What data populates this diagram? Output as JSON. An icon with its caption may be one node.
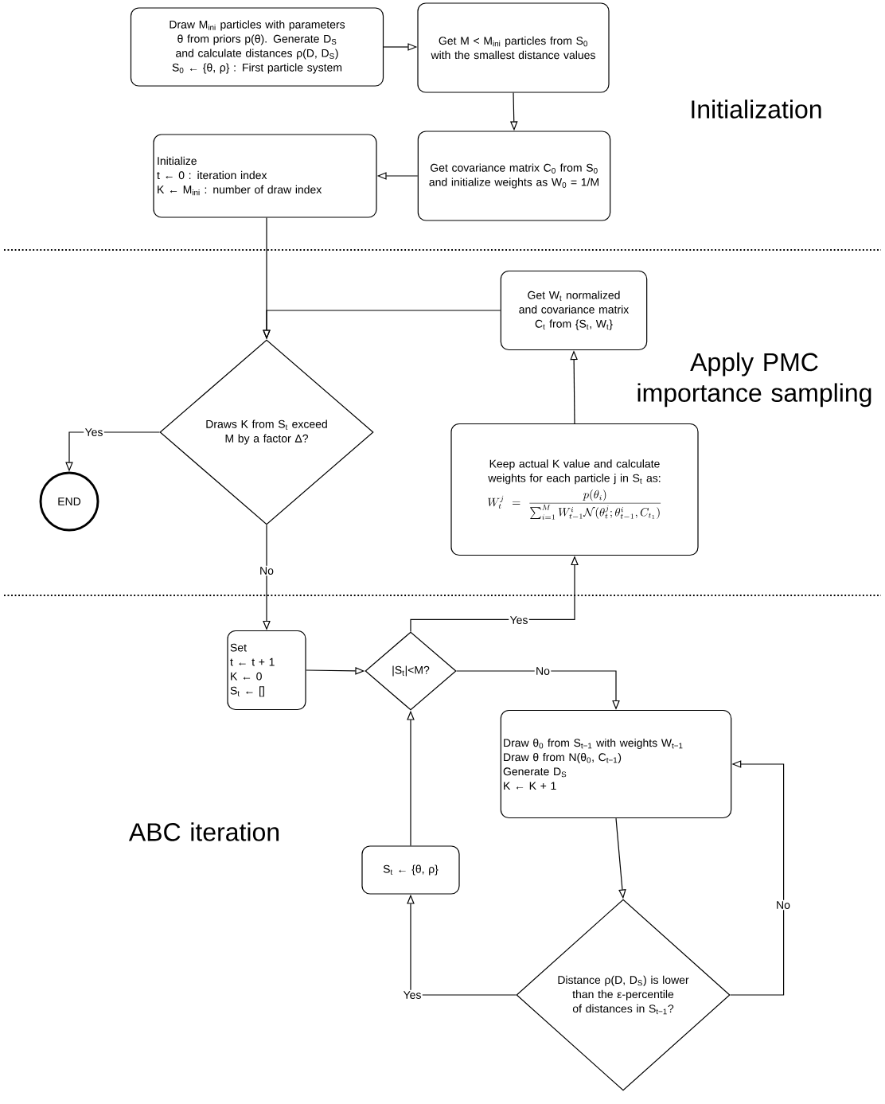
{
  "diagram": {
    "nodes": [
      {
        "text": [
          "Draw M$_{ini}$ particles with parameters θ from priors p(θ). Generate D$_{S}$ and calculate distances ρ(D, D$_{S}$)",
          "S$_{0}$ ← {θ, ρ} : First particle system"
        ]
      },
      {
        "text": [
          "Get M < M$_{ini}$ particles from S$_{0}$ with the smallest distance values"
        ]
      },
      {
        "text": [
          "Get covariance matrix C$_{0}$ from S$_{0}$ and initialize weights as W$_{0}$ = 1/M"
        ]
      },
      {
        "text": [
          "Initialize",
          "t ← 0 : iteration index",
          "K ← M$_{ini}$ : number of draw index"
        ]
      },
      {
        "text": [
          "Get W$_{t}$ normalized and covariance matrix C$_{t}$ from {S$_{t}$, W$_{t}$}"
        ]
      },
      {
        "text": [
          "Draws K from S$_{t}$ exceed M by a factor Δ?"
        ]
      },
      {
        "text": [
          "END"
        ]
      },
      {
        "text": [
          "Keep actual K value and calculate weights for each particle j in S$_{t}$ as:",
          "W_t^j = \\frac{p(\\theta_i)}{\\sum_{i=1}^{M} W_{t-1}^i \\mathcal{N}(\\theta_t^j;\\theta_{t-1}^i,C_{t_1})}"
        ]
      },
      {
        "text": [
          "Set",
          "t ← t + 1",
          "K ← 0",
          "S$_{t}$ ← []"
        ]
      },
      {
        "text": [
          "|S$_{t}$|<M?"
        ]
      },
      {
        "text": [
          "Draw θ$_{0}$ from S$_{t−1}$ with weights W$_{t−1}$",
          "Draw θ from N(θ$_{0}$, C$_{t−1}$)",
          "Generate D$_{S}$",
          "K ← K + 1"
        ]
      },
      {
        "text": [
          "S$_{t}$ ← {θ, ρ}"
        ]
      },
      {
        "text": [
          "Distance ρ(D, D$_{S}$) is lower than the ε-percentile of distances in S$_{t−1}$?"
        ]
      }
    ],
    "edges": [
      {
        "from": 0,
        "to": 1,
        "arrow": "to"
      },
      {
        "from": 1,
        "to": 2,
        "arrow": "to"
      },
      {
        "from": 2,
        "to": 3,
        "arrow": "to"
      },
      {
        "from": 3,
        "to": 5,
        "arrow": "to"
      },
      {
        "from": 4,
        "to": 5,
        "arrow": "to"
      },
      {
        "from": 5,
        "to": 6,
        "arrow": "to",
        "label": "Yes"
      },
      {
        "from": 5,
        "to": 8,
        "arrow": "to",
        "label": "No"
      },
      {
        "from": 7,
        "to": 4,
        "arrow": "to"
      },
      {
        "from": 8,
        "to": 9,
        "arrow": "to"
      },
      {
        "from": 9,
        "to": 7,
        "arrow": "to",
        "label": "Yes"
      },
      {
        "from": 9,
        "to": 10,
        "arrow": "to",
        "label": "No"
      },
      {
        "from": 10,
        "to": 12,
        "arrow": "to"
      },
      {
        "from": 12,
        "to": 11,
        "arrow": "to",
        "label": "Yes"
      },
      {
        "from": 12,
        "to": 10,
        "arrow": "to",
        "label": "No"
      },
      {
        "from": 11,
        "to": 9,
        "arrow": "to"
      }
    ],
    "labels": [
      "Initialization",
      "Apply PMC importance sampling",
      "ABC iteration"
    ]
  }
}
